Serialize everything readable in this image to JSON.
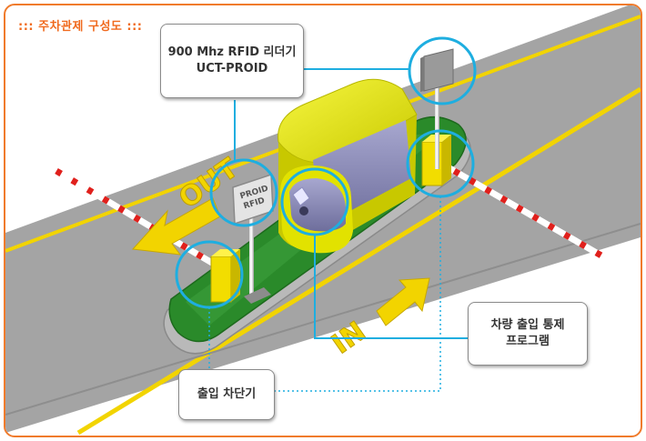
{
  "title": "::: 주차관제 구성도 :::",
  "callouts": {
    "rfid_reader": {
      "line1": "900 Mhz RFID 리더기",
      "line2": "UCT-PROID"
    },
    "control_program": {
      "line1": "차량 출입 통제",
      "line2": "프로그램"
    },
    "barrier": {
      "line1": "출입 차단기"
    }
  },
  "road_labels": {
    "out": "OUT",
    "in": "IN"
  },
  "sign_text": {
    "line1": "PROID",
    "line2": "RFID"
  },
  "colors": {
    "frame": "#f07b2c",
    "title": "#f06a1e",
    "road": "#a4a4a4",
    "road_line": "#f2d400",
    "island": "#2a8a2a",
    "booth": "#e2e200",
    "callout_ring": "#1eaee0",
    "callout_line": "#1eaee0"
  }
}
